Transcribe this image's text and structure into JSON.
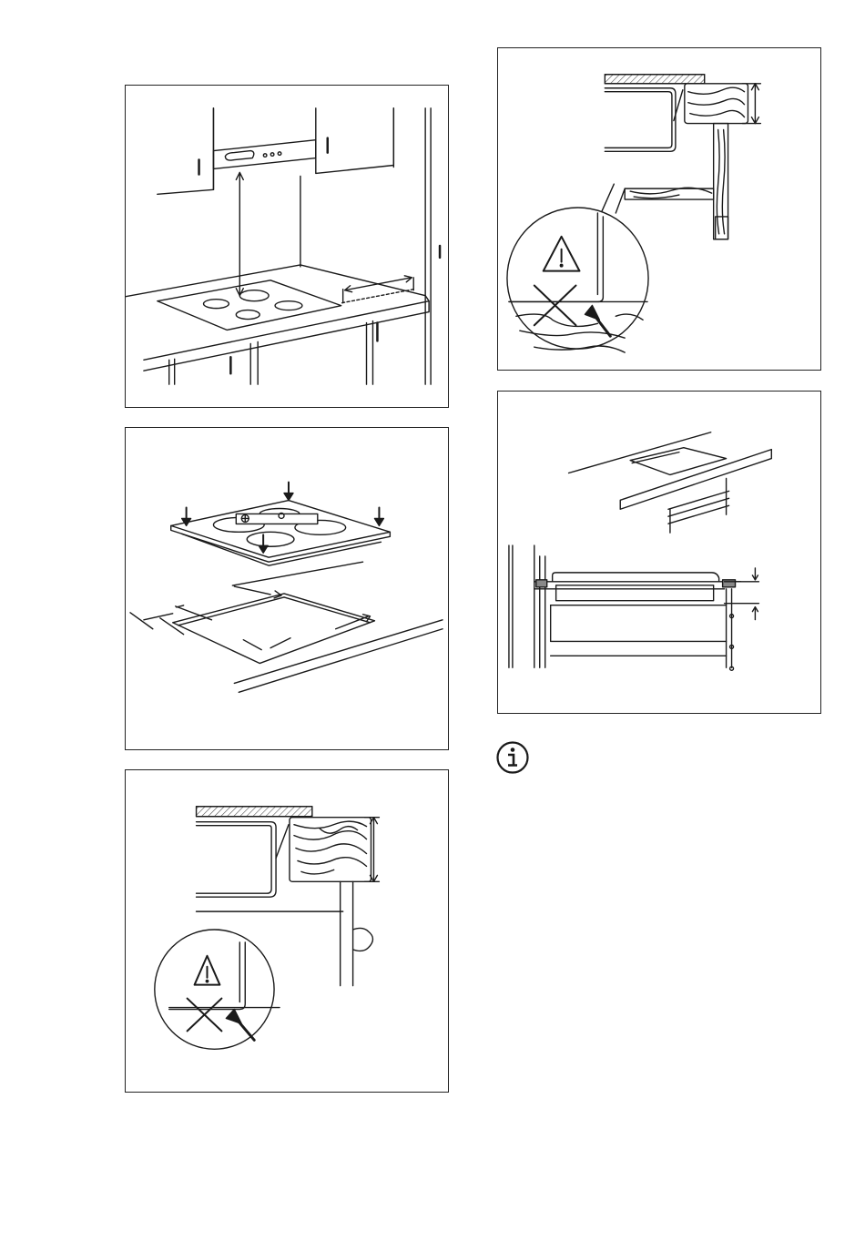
{
  "page": {
    "figures": [
      {
        "id": "installation-overview"
      },
      {
        "id": "hob-into-cutout"
      },
      {
        "id": "side-edge-check-front"
      },
      {
        "id": "side-edge-check-rear"
      },
      {
        "id": "section-view"
      }
    ]
  },
  "info_note": {
    "icon": "info-icon"
  },
  "colors": {
    "line": "#1a1a1a",
    "background": "#ffffff",
    "hatch": "#555555"
  }
}
